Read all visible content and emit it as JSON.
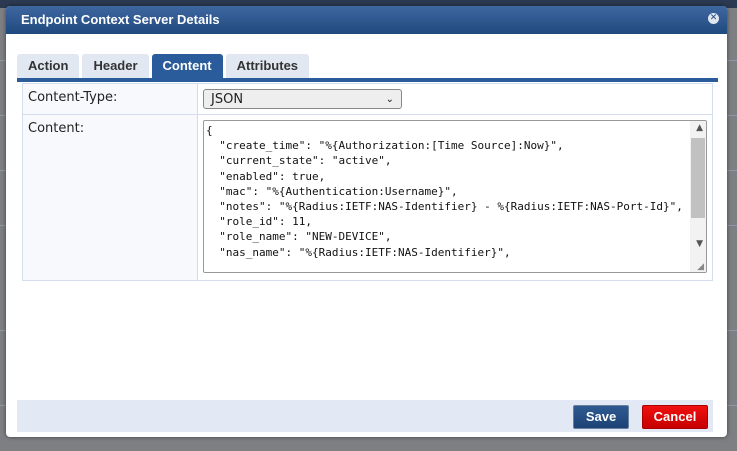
{
  "dialog": {
    "title": "Endpoint Context Server Details",
    "close_icon": "close-icon"
  },
  "tabs": [
    {
      "label": "Action"
    },
    {
      "label": "Header"
    },
    {
      "label": "Content",
      "active": true
    },
    {
      "label": "Attributes"
    }
  ],
  "form": {
    "content_type_label": "Content-Type:",
    "content_type_value": "JSON",
    "content_label": "Content:",
    "content_value": "{\n  \"create_time\": \"%{Authorization:[Time Source]:Now}\",\n  \"current_state\": \"active\",\n  \"enabled\": true,\n  \"mac\": \"%{Authentication:Username}\",\n  \"notes\": \"%{Radius:IETF:NAS-Identifier} - %{Radius:IETF:NAS-Port-Id}\",\n  \"role_id\": 11,\n  \"role_name\": \"NEW-DEVICE\",\n  \"nas_name\": \"%{Radius:IETF:NAS-Identifier}\","
  },
  "footer": {
    "save_label": "Save",
    "cancel_label": "Cancel"
  },
  "colors": {
    "header": "#1f4a7e",
    "tab_active": "#2a5b9a",
    "save": "#1d4275",
    "cancel": "#e00000",
    "footer_bg": "#e3e9f4"
  }
}
